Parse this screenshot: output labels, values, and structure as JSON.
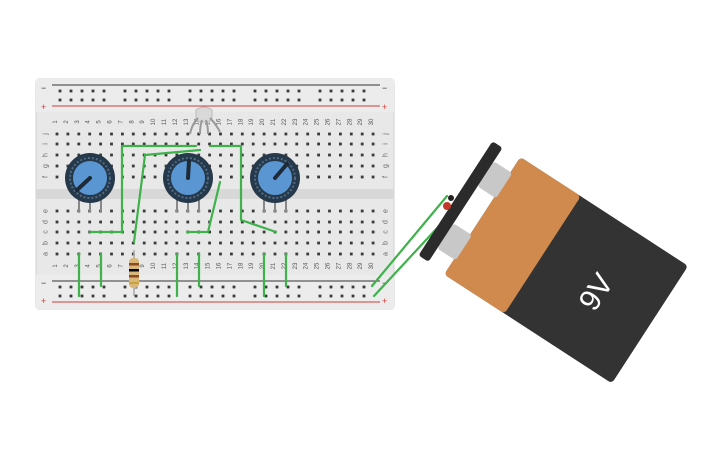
{
  "breadboard": {
    "columns": [
      "1",
      "2",
      "3",
      "4",
      "5",
      "6",
      "7",
      "8",
      "9",
      "10",
      "11",
      "12",
      "13",
      "14",
      "15",
      "16",
      "17",
      "18",
      "19",
      "20",
      "21",
      "22",
      "23",
      "24",
      "25",
      "26",
      "27",
      "28",
      "29",
      "30"
    ],
    "rows_top": [
      "j",
      "i",
      "h",
      "g",
      "f"
    ],
    "rows_bottom": [
      "e",
      "d",
      "c",
      "b",
      "a"
    ],
    "rail_minus": "−",
    "rail_plus": "+",
    "colors": {
      "board": "#e6e6e6",
      "hole": "#3a3a3a",
      "rail_red": "#d23b3b",
      "rail_black": "#333333",
      "wire": "#3fb24b"
    }
  },
  "components": {
    "potentiometers": [
      {
        "name": "potentiometer-1",
        "knob_color": "#5a96d2"
      },
      {
        "name": "potentiometer-2",
        "knob_color": "#5a96d2"
      },
      {
        "name": "potentiometer-3",
        "knob_color": "#5a96d2"
      }
    ],
    "rgb_led": {
      "name": "rgb-led"
    },
    "resistor": {
      "name": "resistor"
    },
    "battery": {
      "label": "9V",
      "body_color": "#333333",
      "cap_color": "#d08a4e"
    }
  }
}
